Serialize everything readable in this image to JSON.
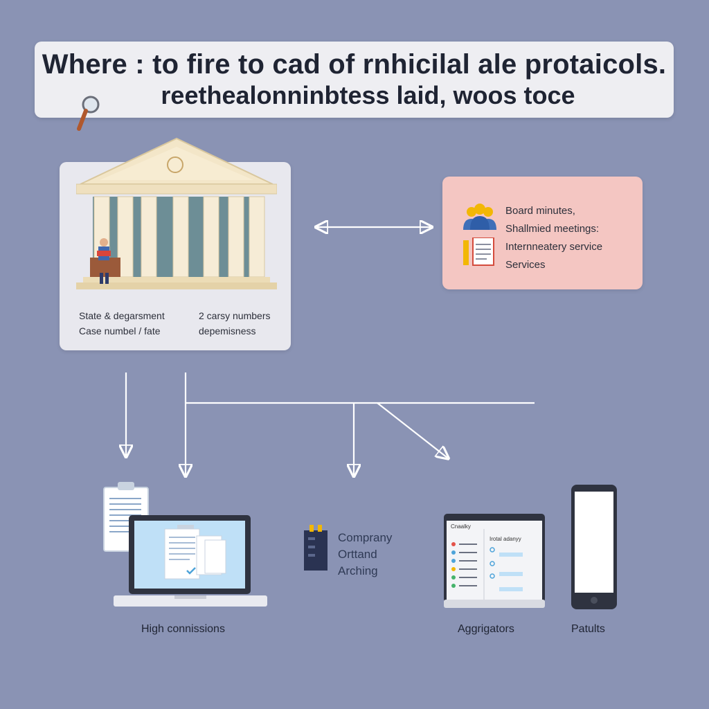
{
  "title": {
    "line1": "Where : to fire to cad of rnhicilal ale protaicols.",
    "line2": "reethealonninbtess laid, woos toce"
  },
  "left_card": {
    "labels": {
      "top_left": "State & degarsment",
      "bottom_left": "Case numbel / fate",
      "top_right": "2 carsy numbers",
      "bottom_right": "depemisness"
    }
  },
  "right_card": {
    "items": [
      "Board minutes,",
      "Shallmied meetings:",
      "Internneatery service",
      "Services"
    ]
  },
  "bottom": {
    "laptop_caption": "High connissions",
    "company": {
      "line1": "Comprany",
      "line2": "Orttand",
      "line3": "Arching"
    },
    "tablet": {
      "header_left": "Cnaalky",
      "header_right": "Irotal adanyy",
      "caption": "Aggrigators"
    },
    "phone_caption": "Patults"
  },
  "colors": {
    "background": "#8a93b4",
    "card_left": "#e8e8ee",
    "card_right": "#f4c6c2",
    "connector": "#ffffff"
  }
}
